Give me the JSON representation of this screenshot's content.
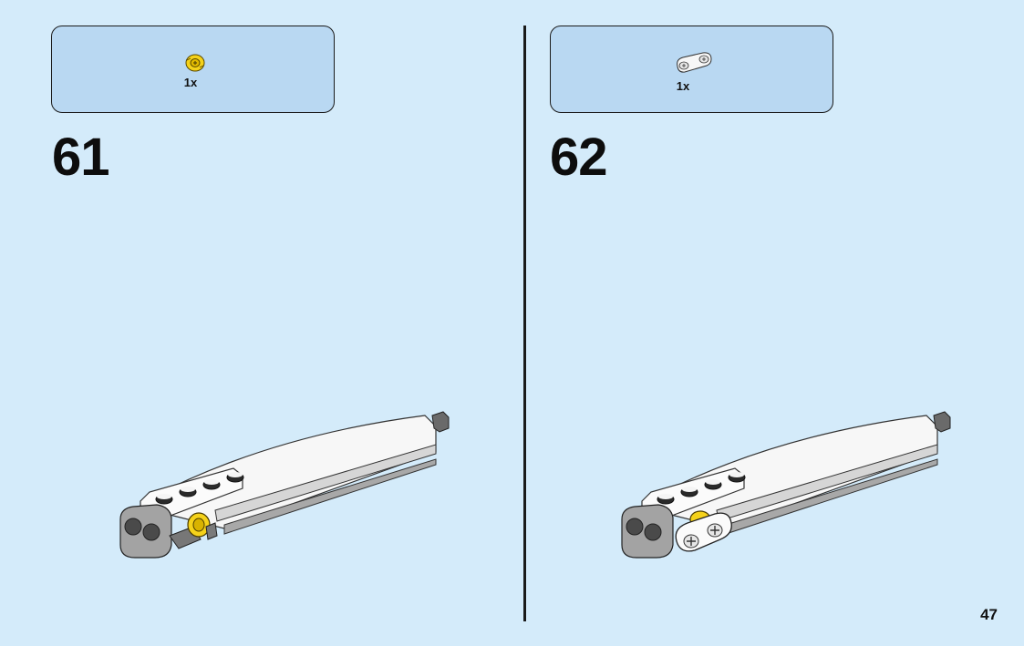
{
  "steps": [
    {
      "number": "61",
      "parts": [
        {
          "name": "yellow-bushing",
          "color": "#f5d21a",
          "quantity": "1x"
        }
      ]
    },
    {
      "number": "62",
      "parts": [
        {
          "name": "white-connector-beam",
          "color": "#f4f4f4",
          "quantity": "1x"
        }
      ]
    }
  ],
  "page_number": "47",
  "colors": {
    "background": "#d4ebfa",
    "parts_box": "#b9d8f2",
    "white_part": "#f7f7f7",
    "grey_part": "#a3a3a3",
    "dark_grey": "#5a5a5a",
    "yellow": "#f5d21a"
  }
}
